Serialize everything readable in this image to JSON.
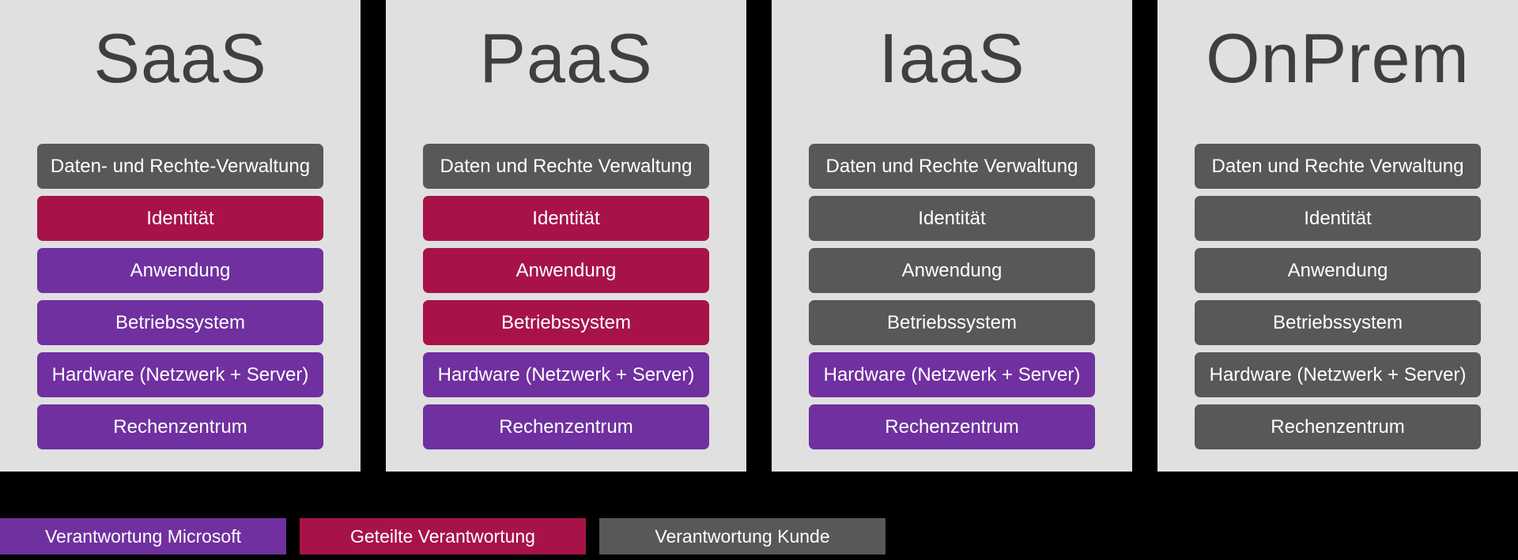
{
  "colors": {
    "background": "#000000",
    "panel_background": "#E0E0E0",
    "title_text": "#3F3F3F",
    "row_text": "#FFFFFF",
    "microsoft": "#7030A0",
    "shared": "#A71349",
    "customer": "#595759"
  },
  "columns": [
    {
      "title": "SaaS",
      "rows": [
        {
          "label": "Daten- und Rechte-Verwaltung",
          "responsibility": "customer",
          "color": "#595759"
        },
        {
          "label": "Identität",
          "responsibility": "shared",
          "color": "#A71349"
        },
        {
          "label": "Anwendung",
          "responsibility": "microsoft",
          "color": "#7030A0"
        },
        {
          "label": "Betriebssystem",
          "responsibility": "microsoft",
          "color": "#7030A0"
        },
        {
          "label": "Hardware (Netzwerk + Server)",
          "responsibility": "microsoft",
          "color": "#7030A0"
        },
        {
          "label": "Rechenzentrum",
          "responsibility": "microsoft",
          "color": "#7030A0"
        }
      ]
    },
    {
      "title": "PaaS",
      "rows": [
        {
          "label": "Daten und Rechte Verwaltung",
          "responsibility": "customer",
          "color": "#595759"
        },
        {
          "label": "Identität",
          "responsibility": "shared",
          "color": "#A71349"
        },
        {
          "label": "Anwendung",
          "responsibility": "shared",
          "color": "#A71349"
        },
        {
          "label": "Betriebssystem",
          "responsibility": "shared",
          "color": "#A71349"
        },
        {
          "label": "Hardware (Netzwerk + Server)",
          "responsibility": "microsoft",
          "color": "#7030A0"
        },
        {
          "label": "Rechenzentrum",
          "responsibility": "microsoft",
          "color": "#7030A0"
        }
      ]
    },
    {
      "title": "IaaS",
      "rows": [
        {
          "label": "Daten und Rechte Verwaltung",
          "responsibility": "customer",
          "color": "#595759"
        },
        {
          "label": "Identität",
          "responsibility": "customer",
          "color": "#595759"
        },
        {
          "label": "Anwendung",
          "responsibility": "customer",
          "color": "#595759"
        },
        {
          "label": "Betriebssystem",
          "responsibility": "customer",
          "color": "#595759"
        },
        {
          "label": "Hardware (Netzwerk + Server)",
          "responsibility": "microsoft",
          "color": "#7030A0"
        },
        {
          "label": "Rechenzentrum",
          "responsibility": "microsoft",
          "color": "#7030A0"
        }
      ]
    },
    {
      "title": "OnPrem",
      "rows": [
        {
          "label": "Daten und Rechte Verwaltung",
          "responsibility": "customer",
          "color": "#595759"
        },
        {
          "label": "Identität",
          "responsibility": "customer",
          "color": "#595759"
        },
        {
          "label": "Anwendung",
          "responsibility": "customer",
          "color": "#595759"
        },
        {
          "label": "Betriebssystem",
          "responsibility": "customer",
          "color": "#595759"
        },
        {
          "label": "Hardware (Netzwerk + Server)",
          "responsibility": "customer",
          "color": "#595759"
        },
        {
          "label": "Rechenzentrum",
          "responsibility": "customer",
          "color": "#595759"
        }
      ]
    }
  ],
  "legend": [
    {
      "label": "Verantwortung Microsoft",
      "responsibility": "microsoft",
      "color": "#7030A0"
    },
    {
      "label": "Geteilte Verantwortung",
      "responsibility": "shared",
      "color": "#A71349"
    },
    {
      "label": "Verantwortung Kunde",
      "responsibility": "customer",
      "color": "#595759"
    }
  ]
}
